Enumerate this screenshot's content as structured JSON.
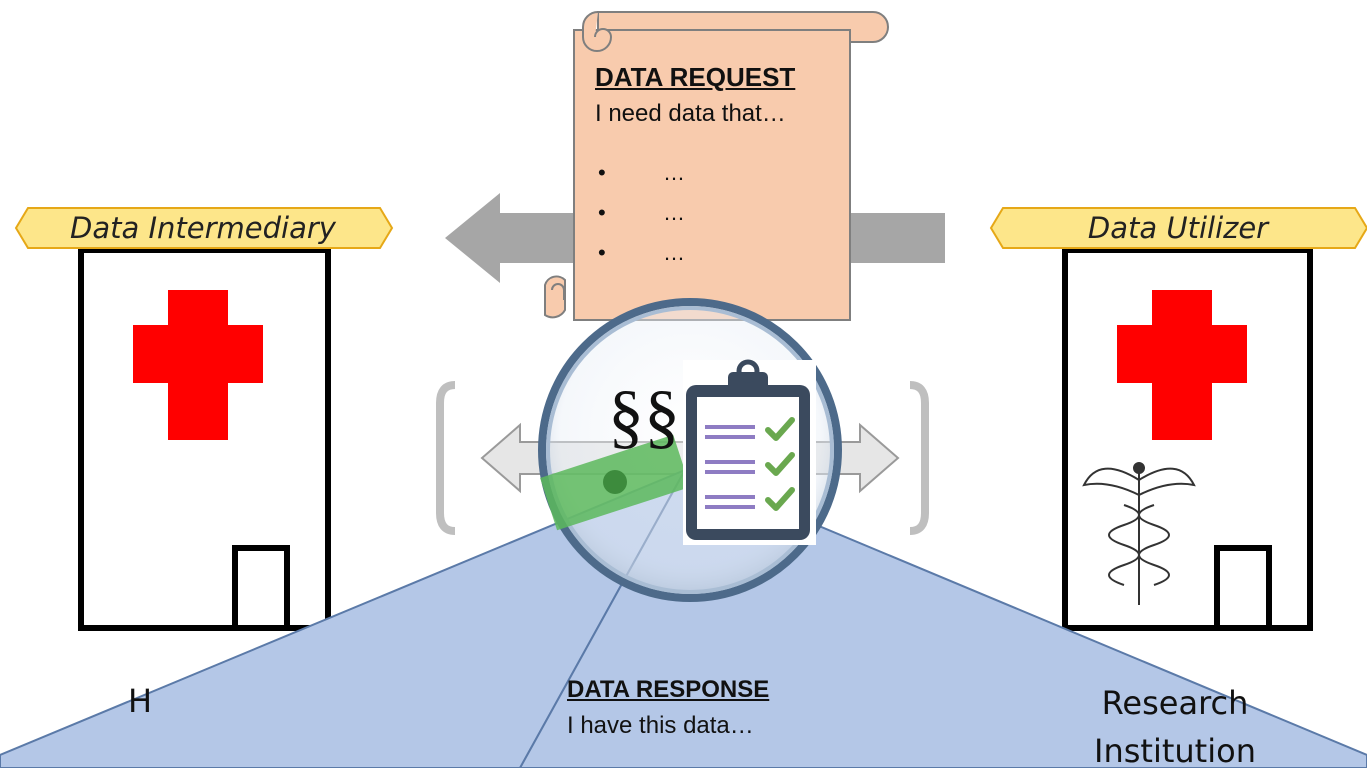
{
  "roles": {
    "left": "Data Intermediary",
    "right": "Data Utilizer"
  },
  "captions": {
    "left_partial": "H",
    "right_line1": "Research",
    "right_line2": "Institution"
  },
  "data_request": {
    "title": "DATA REQUEST",
    "body": "I need data that…",
    "bullets": [
      "…",
      "…",
      "…"
    ]
  },
  "data_response": {
    "title": "DATA RESPONSE",
    "body": "I have this data…"
  },
  "magnifier": {
    "symbol": "§§"
  },
  "colors": {
    "cross": "#ff0000",
    "role_label_fill": "#fde68a",
    "role_label_stroke": "#e6a817",
    "request_scroll": "#f8cbad",
    "response_scroll": "#c5e0b4",
    "callout": "#b4c7e7",
    "arrow": "#a6a6a6",
    "clipboard": "#3b4a5e",
    "check": "#6aa84f",
    "list_line": "#8e7cc3"
  }
}
